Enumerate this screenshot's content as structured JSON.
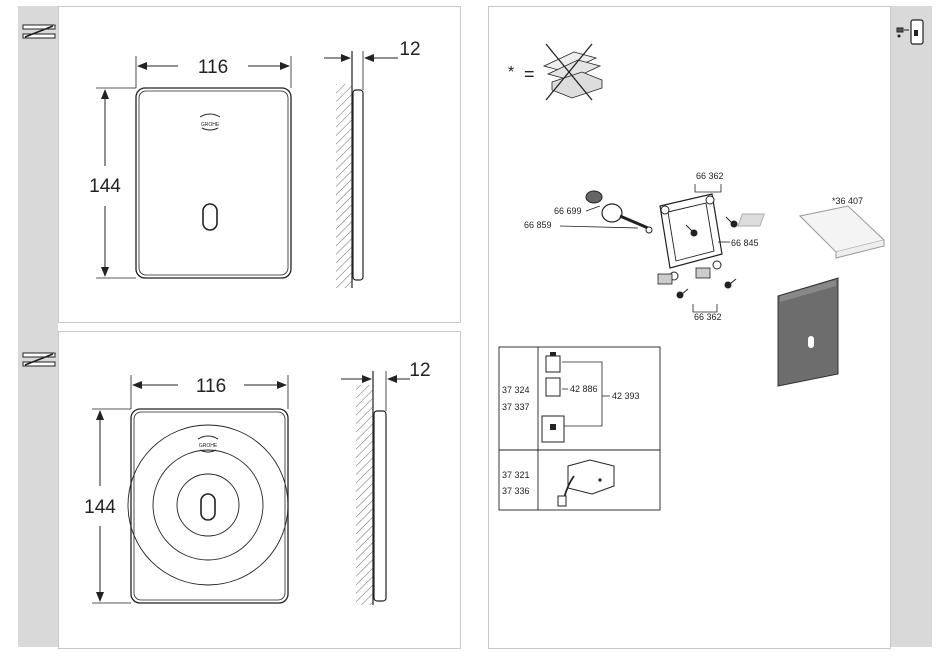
{
  "top_panel": {
    "width": "116",
    "height": "144",
    "depth": "12",
    "logo": "GROHE"
  },
  "bottom_panel": {
    "width": "116",
    "height": "144",
    "depth": "12",
    "logo": "GROHE"
  },
  "exclusion_note": {
    "asterisk": "*",
    "equals": "="
  },
  "parts": {
    "screws_top": "66 362",
    "screws_bottom": "66 362",
    "mount_frame": "66 845",
    "filter": "66 699",
    "valve": "66 859",
    "remote": "*36 407"
  },
  "table": {
    "row1": {
      "codes": [
        "37 324",
        "37 337"
      ],
      "part_a": "42 886",
      "part_b": "42 393"
    },
    "row2": {
      "codes": [
        "37 321",
        "37 336"
      ]
    }
  },
  "colors": {
    "side_strip": "#d9d9d9",
    "panel_border": "#c8c8c8",
    "line": "#222222"
  },
  "icons": [
    "wall-mount-icon-top",
    "wall-mount-icon-bottom",
    "installation-icon"
  ]
}
